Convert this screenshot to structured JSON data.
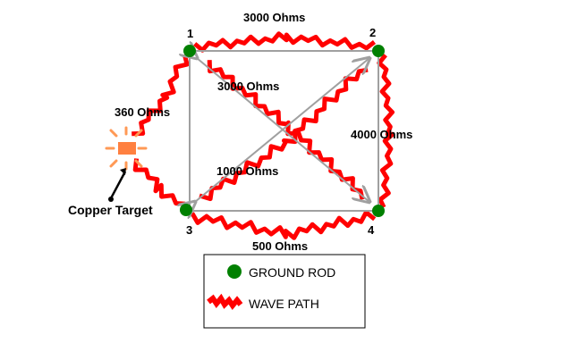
{
  "nodes": [
    "1",
    "2",
    "3",
    "4"
  ],
  "paths": {
    "top": "3000 Ohms",
    "diagonal_1_4": "3000 Ohms",
    "right": "4000 Ohms",
    "diagonal_3_2": "1000 Ohms",
    "bottom": "500 Ohms",
    "target": "360 Ohms"
  },
  "target_label": "Copper Target",
  "legend": {
    "ground_rod": "GROUND ROD",
    "wave_path": "WAVE PATH"
  },
  "colors": {
    "ground_rod": "#008000",
    "wave": "#ff0000",
    "target": "#ff8040",
    "line": "#a0a0a0"
  }
}
